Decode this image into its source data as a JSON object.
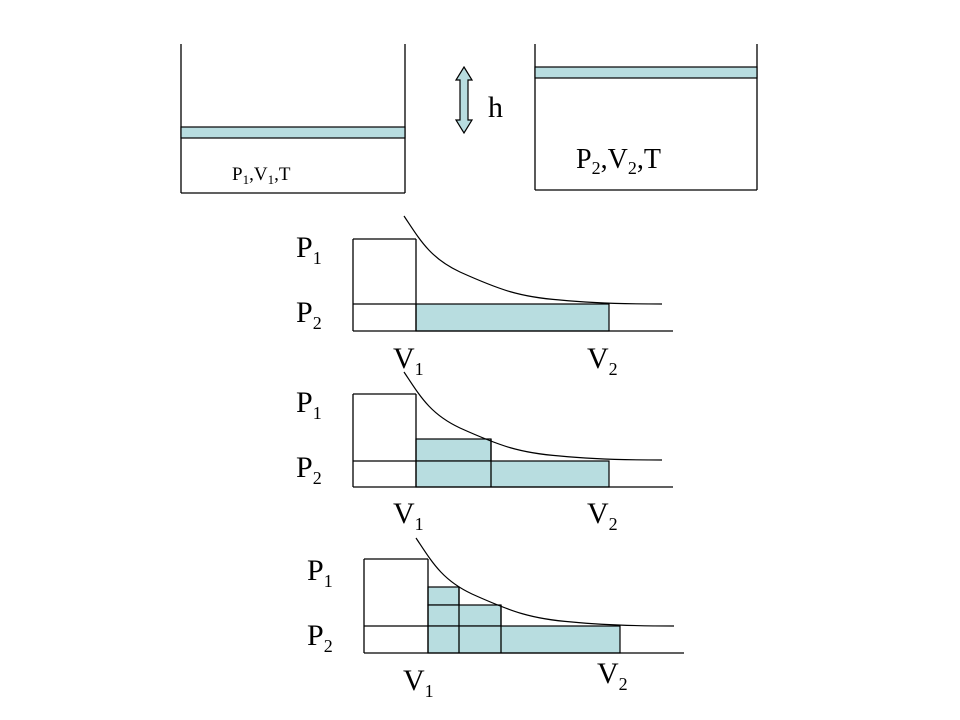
{
  "colors": {
    "fill": "#b8dde0",
    "line": "#000000"
  },
  "left_container": {
    "label": [
      "P",
      "1",
      ",V",
      "1",
      ",T"
    ]
  },
  "right_container": {
    "label": [
      "P",
      "2",
      ",V",
      "2",
      ",T"
    ]
  },
  "height_label": "h",
  "graphs": [
    {
      "p1": [
        "P",
        "1"
      ],
      "p2": [
        "P",
        "2"
      ],
      "v1": [
        "V",
        "1"
      ],
      "v2": [
        "V",
        "2"
      ]
    },
    {
      "p1": [
        "P",
        "1"
      ],
      "p2": [
        "P",
        "2"
      ],
      "v1": [
        "V",
        "1"
      ],
      "v2": [
        "V",
        "2"
      ]
    },
    {
      "p1": [
        "P",
        "1"
      ],
      "p2": [
        "P",
        "2"
      ],
      "v1": [
        "V",
        "1"
      ],
      "v2": [
        "V",
        "2"
      ]
    }
  ]
}
